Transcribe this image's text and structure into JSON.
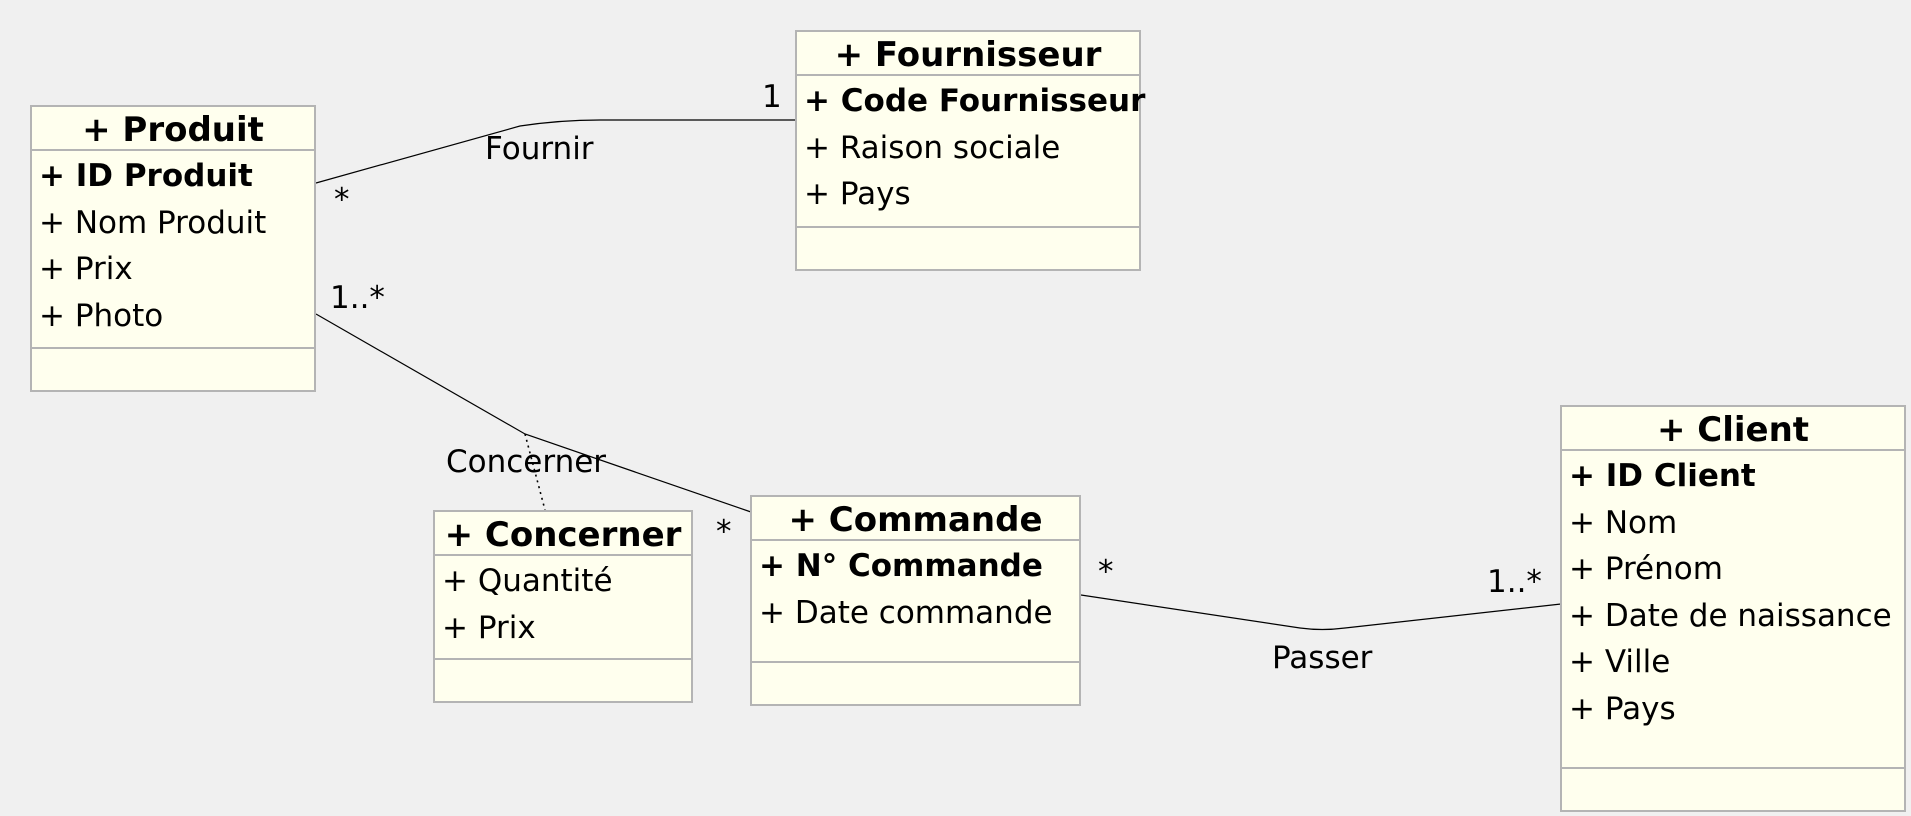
{
  "classes": {
    "fournisseur": {
      "title": "+ Fournisseur",
      "attributes": [
        {
          "text": "+ Code Fournisseur",
          "key": true
        },
        {
          "text": "+ Raison sociale",
          "key": false
        },
        {
          "text": "+ Pays",
          "key": false
        }
      ]
    },
    "produit": {
      "title": "+ Produit",
      "attributes": [
        {
          "text": "+ ID Produit",
          "key": true
        },
        {
          "text": "+ Nom Produit",
          "key": false
        },
        {
          "text": "+ Prix",
          "key": false
        },
        {
          "text": "+ Photo",
          "key": false
        }
      ]
    },
    "concerner": {
      "title": "+ Concerner",
      "attributes": [
        {
          "text": "+ Quantité",
          "key": false
        },
        {
          "text": "+ Prix",
          "key": false
        }
      ]
    },
    "commande": {
      "title": "+ Commande",
      "attributes": [
        {
          "text": "+ N° Commande",
          "key": true
        },
        {
          "text": "+ Date commande",
          "key": false
        }
      ]
    },
    "client": {
      "title": "+ Client",
      "attributes": [
        {
          "text": "+ ID Client",
          "key": true
        },
        {
          "text": "+ Nom",
          "key": false
        },
        {
          "text": "+ Prénom",
          "key": false
        },
        {
          "text": "+ Date de naissance",
          "key": false
        },
        {
          "text": "+ Ville",
          "key": false
        },
        {
          "text": "+ Pays",
          "key": false
        }
      ]
    }
  },
  "associations": {
    "fournir": {
      "name": "Fournir",
      "mult_produit": "*",
      "mult_fournisseur": "1"
    },
    "concerner": {
      "name": "Concerner",
      "mult_produit": "1..*",
      "mult_commande": "*"
    },
    "passer": {
      "name": "Passer",
      "mult_commande": "*",
      "mult_client": "1..*"
    }
  },
  "colors": {
    "background": "#f0f0f0",
    "class_fill": "#ffffee",
    "class_border": "#b4b4b4",
    "line": "#000000"
  }
}
